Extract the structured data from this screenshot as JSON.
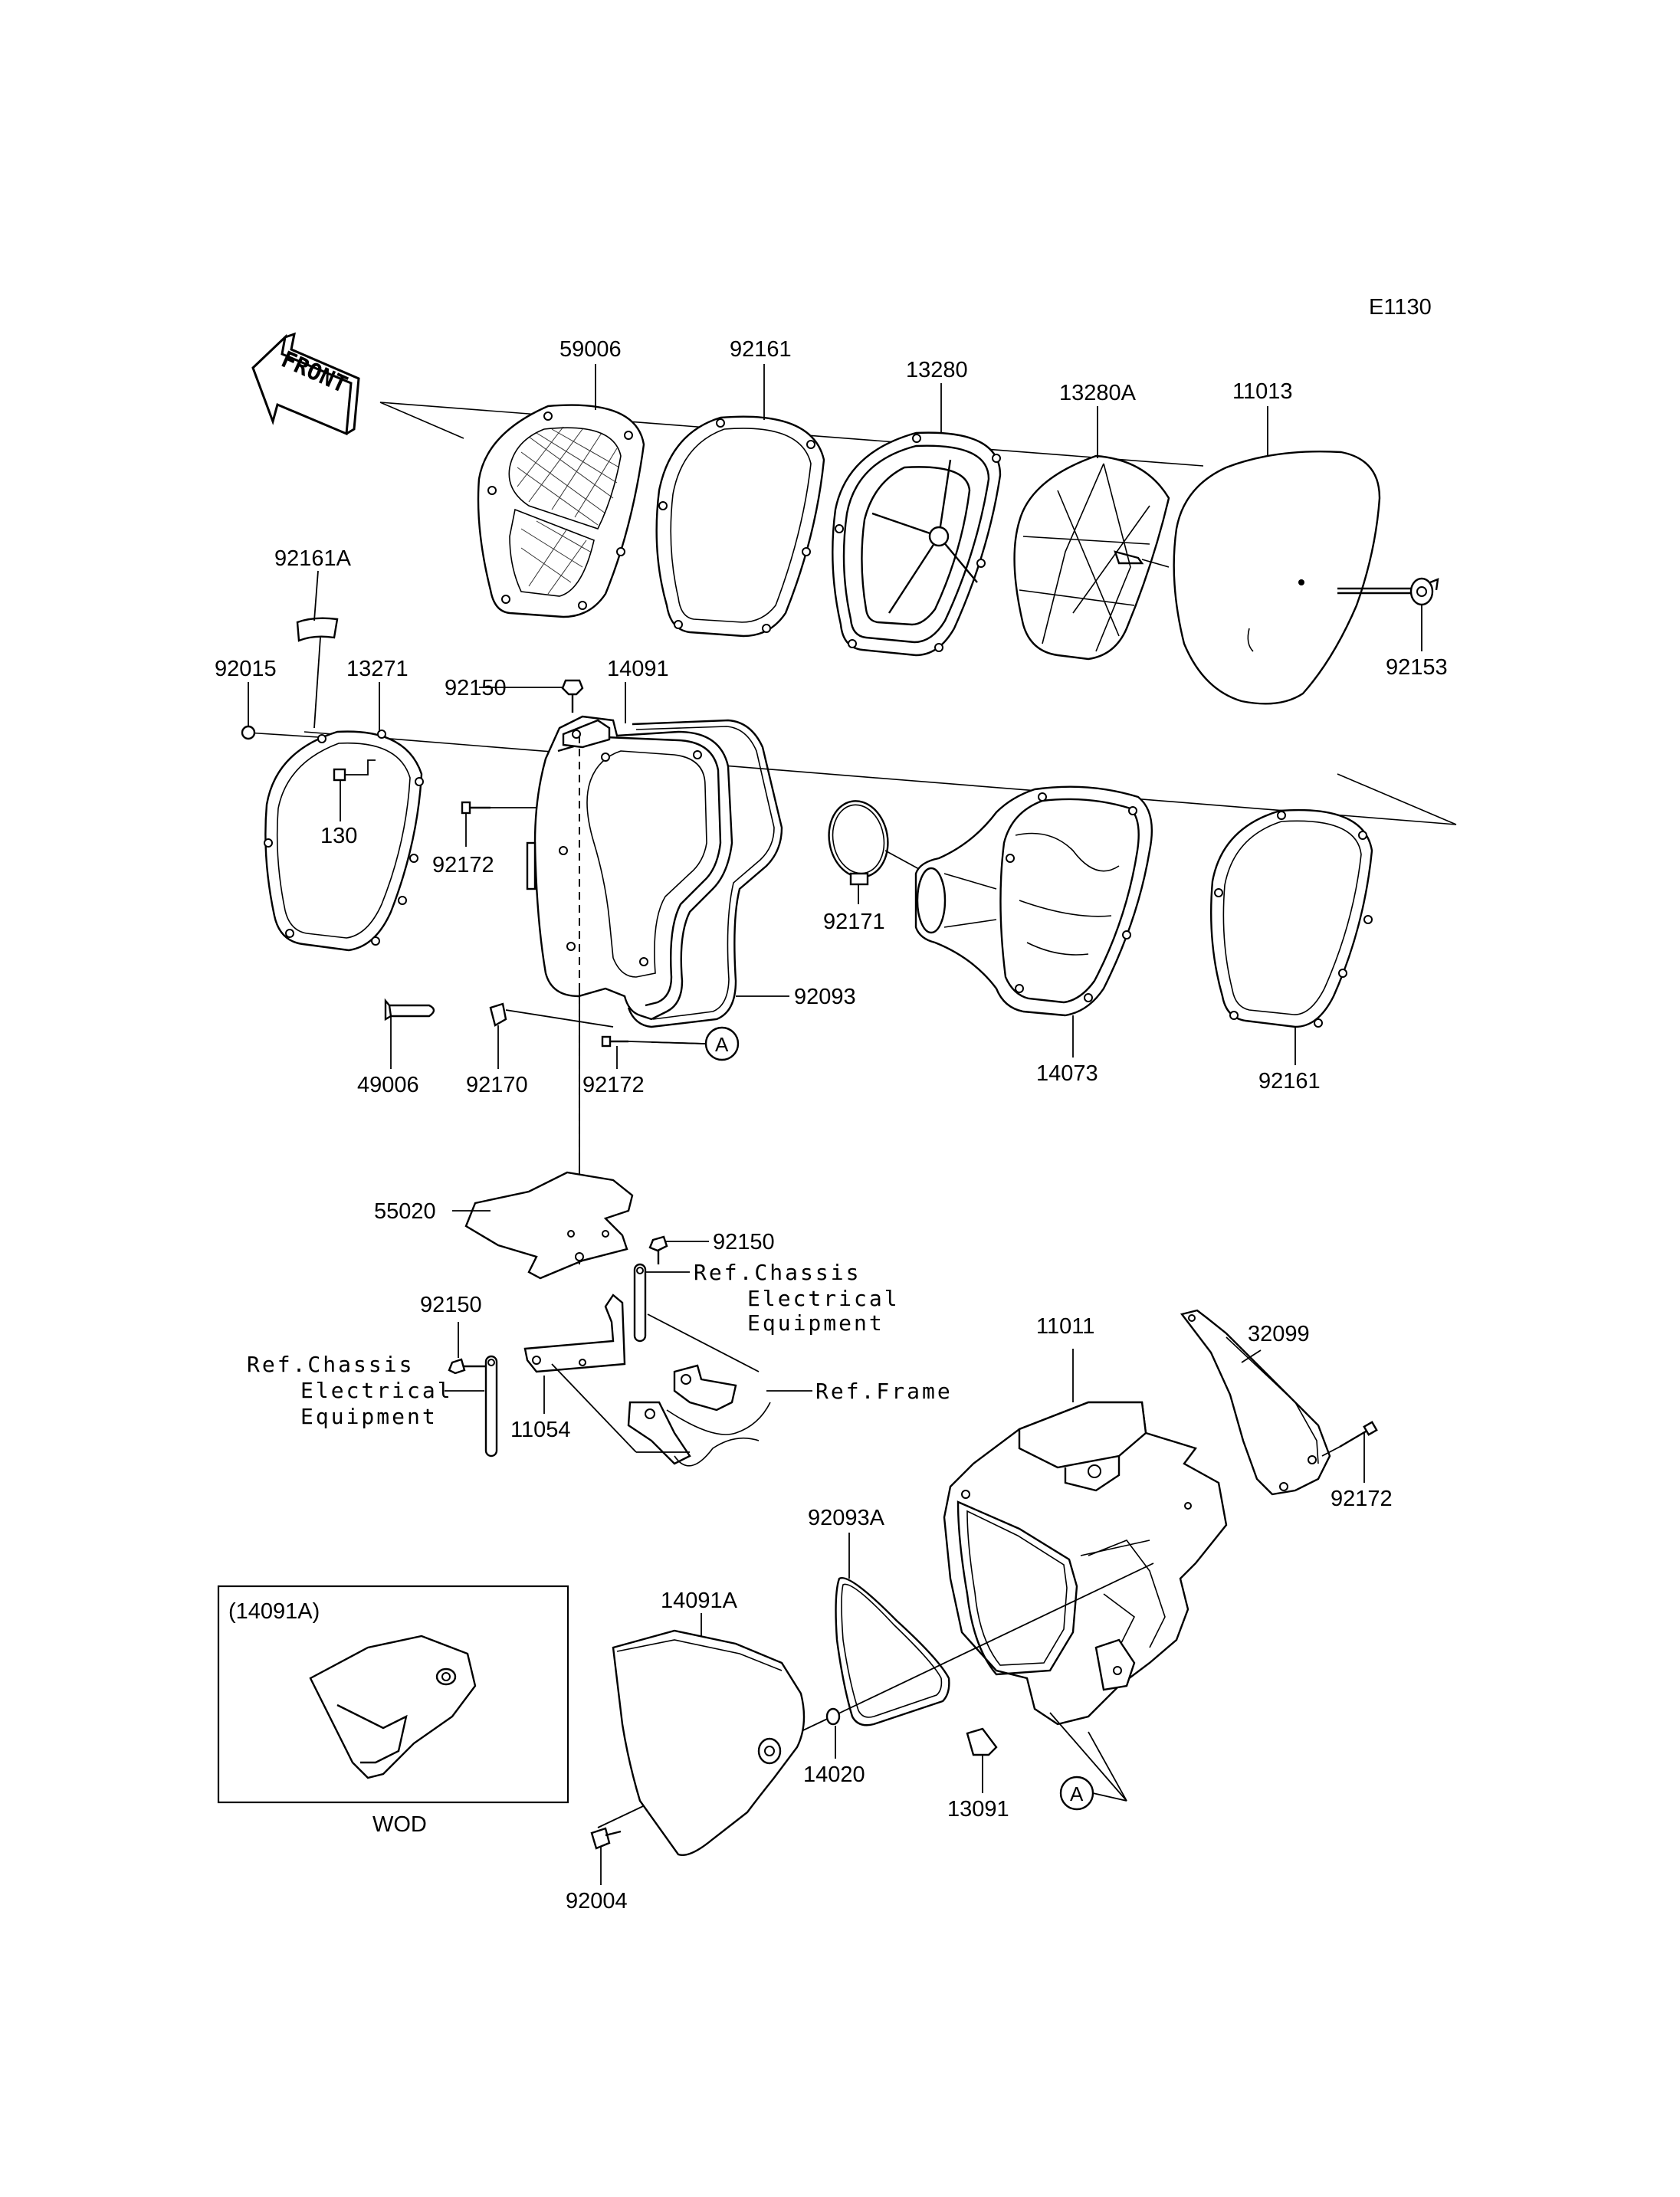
{
  "diagram": {
    "code": "E1130",
    "front_label": "FRONT",
    "parts": {
      "p59006": "59006",
      "p92161_top": "92161",
      "p13280": "13280",
      "p13280A": "13280A",
      "p11013": "11013",
      "p92161A": "92161A",
      "p92015": "92015",
      "p13271": "13271",
      "p92150_top": "92150",
      "p14091": "14091",
      "p130": "130",
      "p92172_left": "92172",
      "p92153": "92153",
      "p92171": "92171",
      "p92093": "92093",
      "p14073": "14073",
      "p92161_right": "92161",
      "p49006": "49006",
      "p92170": "92170",
      "p92172_mid": "92172",
      "p55020": "55020",
      "p92150_mid": "92150",
      "p92150_left": "92150",
      "p11054": "11054",
      "p11011": "11011",
      "p32099": "32099",
      "p92172_right": "92172",
      "p92093A": "92093A",
      "p14091A": "14091A",
      "p14020": "14020",
      "p13091": "13091",
      "p92004": "92004"
    },
    "refs": {
      "chassis_right_1": "Ref.Chassis",
      "chassis_right_2": "Electrical",
      "chassis_right_3": "Equipment",
      "chassis_left_1": "Ref.Chassis",
      "chassis_left_2": "Electrical",
      "chassis_left_3": "Equipment",
      "frame": "Ref.Frame"
    },
    "marker_a": "A",
    "inset": {
      "title": "(14091A)",
      "caption": "WOD"
    }
  }
}
